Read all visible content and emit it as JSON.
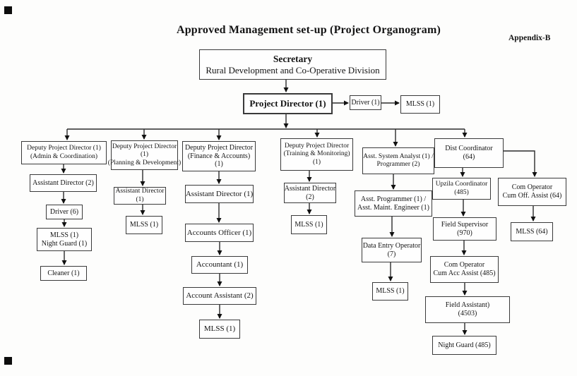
{
  "meta": {
    "title": "Approved Management set-up (Project Organogram)",
    "appendix": "Appendix-B"
  },
  "nodes": {
    "secretary": {
      "lines": [
        "Secretary",
        "Rural Development and Co-Operative Division"
      ]
    },
    "project_director": {
      "lines": [
        "Project Director (1)"
      ]
    },
    "pd_driver": {
      "lines": [
        "Driver (1)"
      ]
    },
    "pd_mlss": {
      "lines": [
        "MLSS (1)"
      ]
    },
    "dpd_admin": {
      "lines": [
        "Deputy Project Director (1)",
        "(Admin & Coordination)"
      ]
    },
    "admin_ad": {
      "lines": [
        "Assistant Director (2)"
      ]
    },
    "admin_driver": {
      "lines": [
        "Driver (6)"
      ]
    },
    "admin_mlss_ng": {
      "lines": [
        "MLSS (1)",
        "Night Guard (1)"
      ]
    },
    "admin_cleaner": {
      "lines": [
        "Cleaner (1)"
      ]
    },
    "dpd_planning": {
      "lines": [
        "Deputy Project Director",
        "(1)",
        "(Planning & Development)"
      ]
    },
    "planning_ad": {
      "lines": [
        "Assistant Director",
        "(1)"
      ]
    },
    "planning_mlss": {
      "lines": [
        "MLSS (1)"
      ]
    },
    "dpd_finance": {
      "lines": [
        "Deputy Project Director",
        "(Finance & Accounts)",
        "(1)"
      ]
    },
    "finance_ad": {
      "lines": [
        "Assistant Director (1)"
      ]
    },
    "finance_ao": {
      "lines": [
        "Accounts Officer (1)"
      ]
    },
    "finance_acct": {
      "lines": [
        "Accountant (1)"
      ]
    },
    "finance_aa": {
      "lines": [
        "Account Assistant (2)"
      ]
    },
    "finance_mlss": {
      "lines": [
        "MLSS (1)"
      ]
    },
    "dpd_training": {
      "lines": [
        "Deputy Project Director",
        "(Training & Monitoring)",
        "(1)"
      ]
    },
    "training_ad": {
      "lines": [
        "Assistant Director",
        "(2)"
      ]
    },
    "training_mlss": {
      "lines": [
        "MLSS (1)"
      ]
    },
    "sys_analyst": {
      "lines": [
        "Asst. System Analyst (1) /",
        "Programmer (2)"
      ]
    },
    "asst_programmer": {
      "lines": [
        "Asst. Programmer (1) /",
        "Asst. Maint. Engineer (1)"
      ]
    },
    "data_entry": {
      "lines": [
        "Data Entry Operator",
        "(7)"
      ]
    },
    "it_mlss": {
      "lines": [
        "MLSS (1)"
      ]
    },
    "dist_coord": {
      "lines": [
        "Dist Coordinator",
        "(64)"
      ]
    },
    "upzila_coord": {
      "lines": [
        "Upzila Coordinator",
        "(485)"
      ]
    },
    "field_supervisor": {
      "lines": [
        "Field Supervisor",
        "(970)"
      ]
    },
    "com_op_acc": {
      "lines": [
        "Com Operator",
        "Cum Acc Assist (485)"
      ]
    },
    "field_assistant": {
      "lines": [
        "Field Assistant)",
        "(4503)"
      ]
    },
    "night_guard": {
      "lines": [
        "Night Guard (485)"
      ]
    },
    "com_op_off": {
      "lines": [
        "Com Operator",
        "Cum Off. Assist (64)"
      ]
    },
    "mlss_64": {
      "lines": [
        "MLSS (64)"
      ]
    }
  },
  "colors": {
    "line": "#2b2b2b",
    "border": "#3a3a3a",
    "text": "#141414",
    "background": "#fdfdfc"
  }
}
